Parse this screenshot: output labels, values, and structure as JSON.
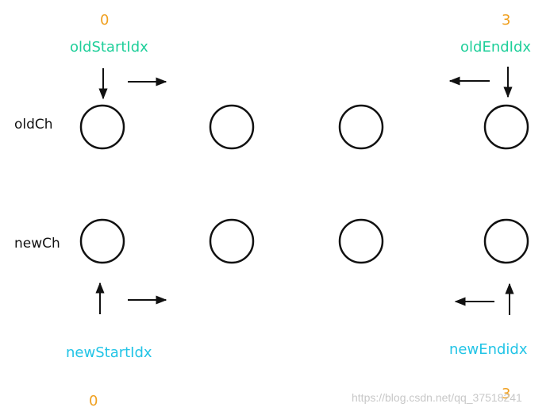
{
  "old_indices": {
    "start": "0",
    "end": "3"
  },
  "old_pointers": {
    "start_label": "oldStartIdx",
    "end_label": "oldEndIdx"
  },
  "rows": {
    "old_label": "oldCh",
    "new_label": "newCh"
  },
  "new_pointers": {
    "start_label": "newStartIdx",
    "end_label": "newEndidx"
  },
  "new_indices": {
    "start": "0",
    "end": "3"
  },
  "watermark": "https://blog.csdn.net/qq_37518241",
  "colors": {
    "index": "#f0a020",
    "old_label": "#1fcf9a",
    "new_label": "#22c4e6",
    "stroke": "#111111"
  },
  "nodes": {
    "old_count": 4,
    "new_count": 4
  }
}
